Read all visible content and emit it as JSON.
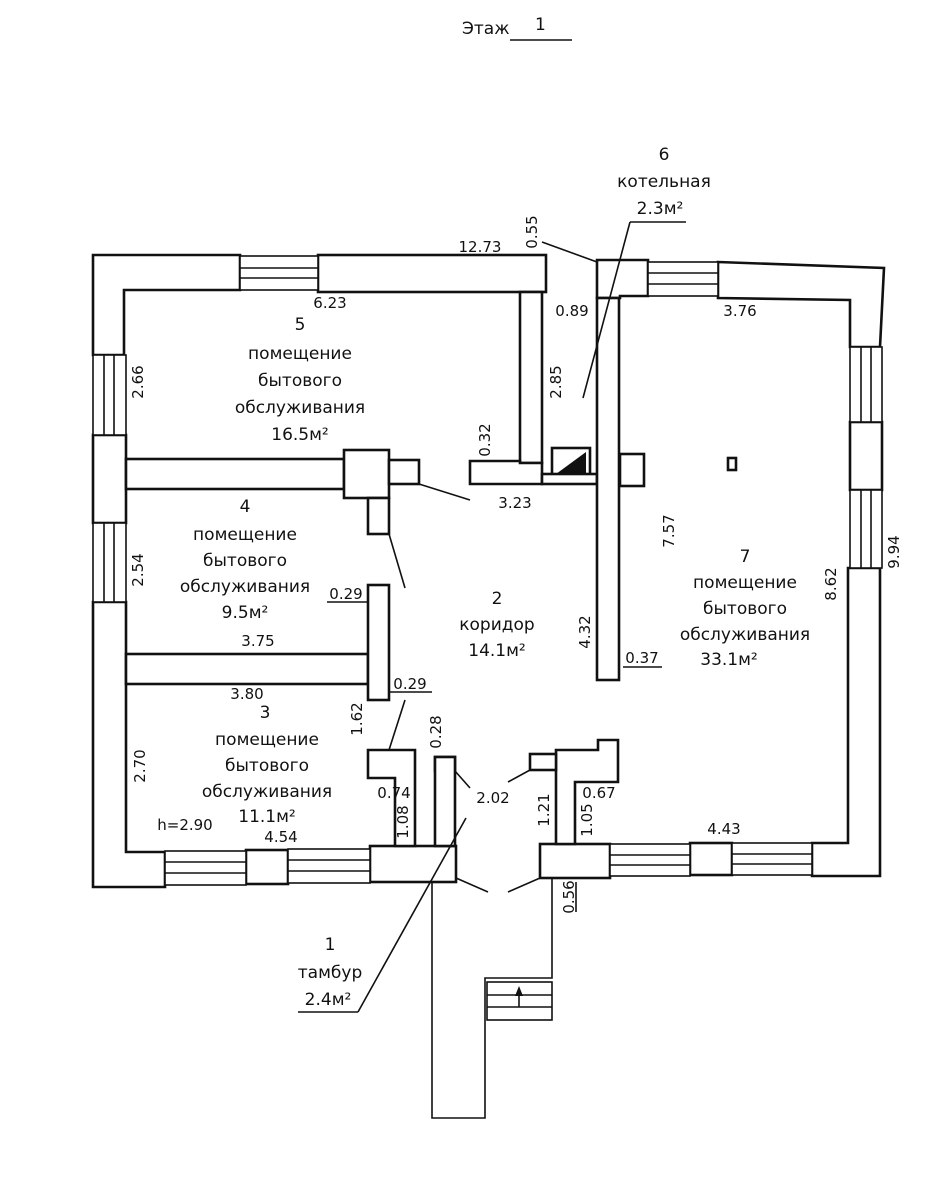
{
  "floor": {
    "label": "Этаж",
    "number": "1"
  },
  "rooms": [
    {
      "num": "1",
      "name": [
        "тамбур"
      ],
      "area": "2.4м²"
    },
    {
      "num": "2",
      "name": [
        "коридор"
      ],
      "area": "14.1м²"
    },
    {
      "num": "3",
      "name": [
        "помещение",
        "бытового",
        "обслуживания"
      ],
      "area": "11.1м²"
    },
    {
      "num": "4",
      "name": [
        "помещение",
        "бытового",
        "обслуживания"
      ],
      "area": "9.5м²"
    },
    {
      "num": "5",
      "name": [
        "помещение",
        "бытового",
        "обслуживания"
      ],
      "area": "16.5м²"
    },
    {
      "num": "6",
      "name": [
        "котельная"
      ],
      "area": "2.3м²"
    },
    {
      "num": "7",
      "name": [
        "помещение",
        "бытового",
        "обслуживания"
      ],
      "area": "33.1м²"
    }
  ],
  "dimensions": {
    "overall_width": "12.73",
    "overall_depth": "9.94",
    "r5_width": "6.23",
    "r5_depth": "2.66",
    "r4_depth": "2.54",
    "r4_width": "3.75",
    "r3_width_top": "3.80",
    "r3_depth": "2.70",
    "r3_width_bottom": "4.54",
    "ceiling_height": "h=2.90",
    "r7_width_top": "3.76",
    "r7_depth": "8.62",
    "r7_width_bottom": "4.43",
    "r6_width": "0.89",
    "r6_depth": "2.85",
    "wall_055": "0.55",
    "wall_032": "0.32",
    "corridor_width": "3.23",
    "corridor_length": "7.57",
    "wall_432": "4.32",
    "wall_037": "0.37",
    "wall_029_top": "0.29",
    "wall_029_bottom": "0.29",
    "wall_162": "1.62",
    "wall_028": "0.28",
    "vestibule_width": "2.02",
    "wall_074": "0.74",
    "wall_108": "1.08",
    "wall_121": "1.21",
    "wall_105": "1.05",
    "wall_067": "0.67",
    "wall_056": "0.56"
  }
}
